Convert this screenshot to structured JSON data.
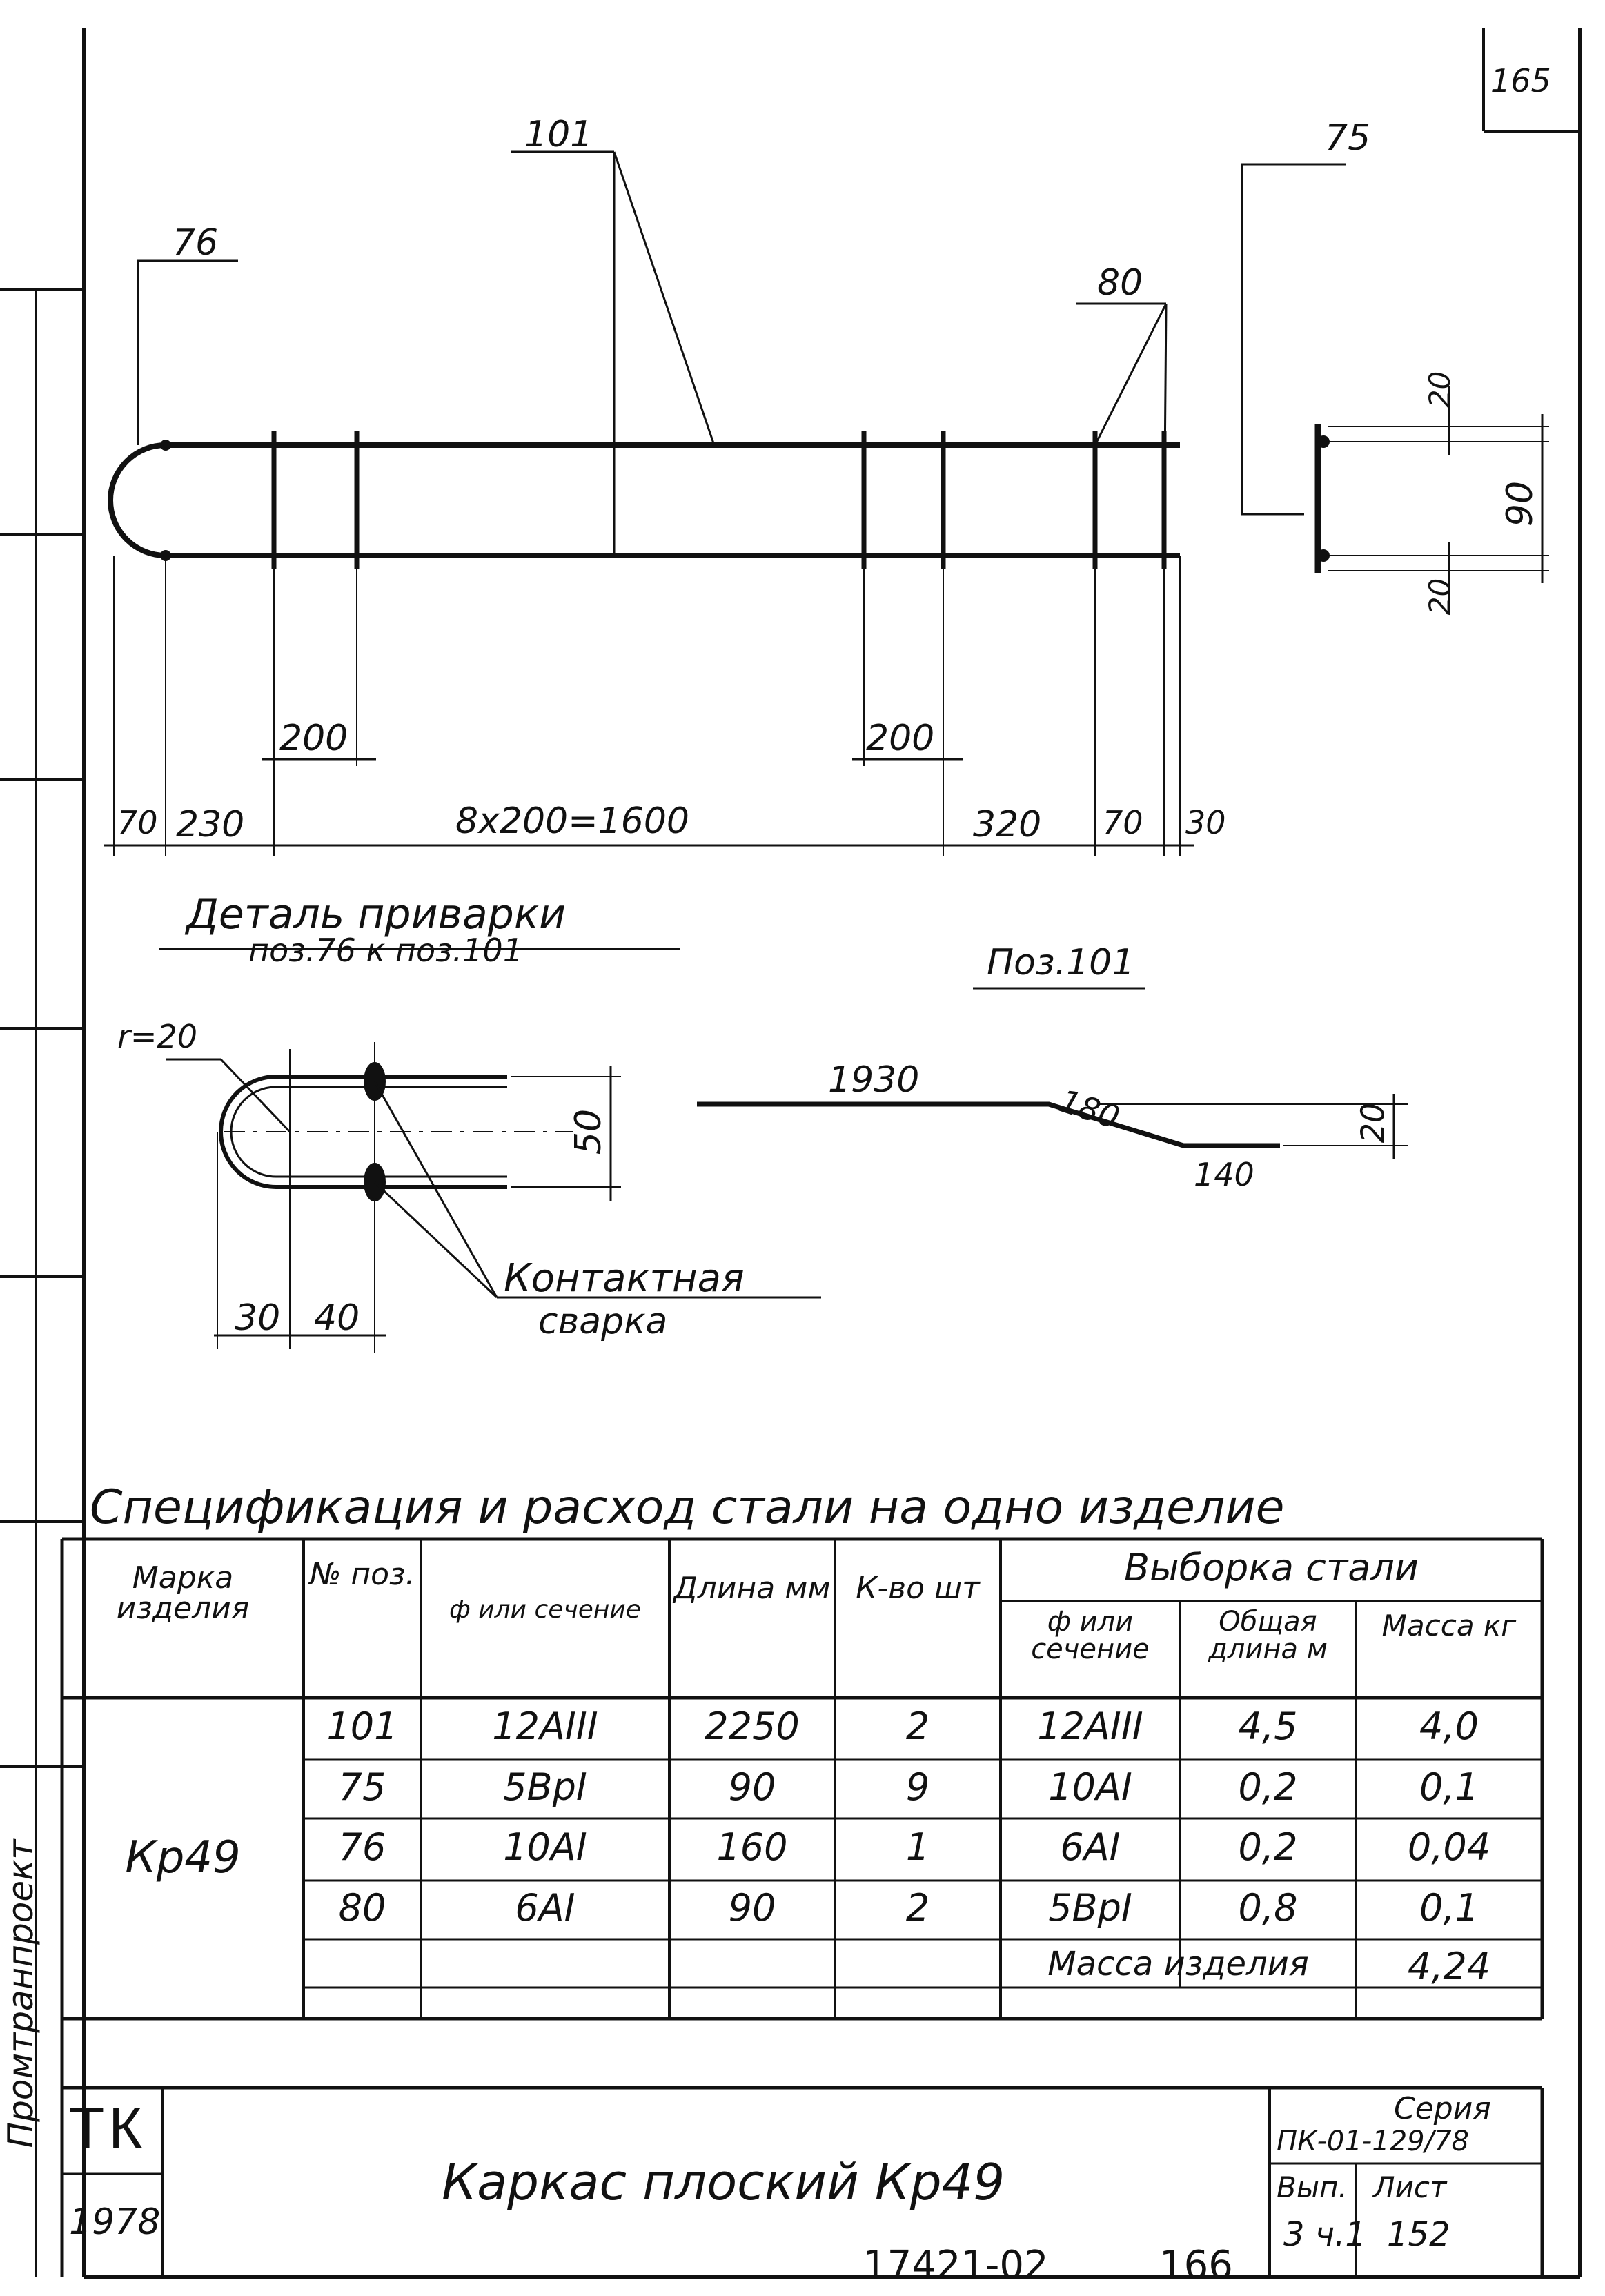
{
  "sheet_number": "165",
  "drawing": {
    "callouts": {
      "pos101": "101",
      "pos75": "75",
      "pos76": "76",
      "pos80": "80"
    },
    "dims_top": {
      "d200_left": "200",
      "d200_right": "200"
    },
    "dims_bottom": {
      "d70": "70",
      "d230": "230",
      "d1600": "8x200=1600",
      "d320": "320",
      "d70b": "70",
      "d30": "30"
    },
    "dims_side": {
      "d20_top": "20",
      "d90": "90",
      "d20_bottom": "20"
    }
  },
  "detail_weld": {
    "title": "Деталь приварки",
    "subtitle": "поз.76 к поз.101",
    "radius": "r=20",
    "d50": "50",
    "d30": "30",
    "d40": "40",
    "weld_label_line1": "Контактная",
    "weld_label_line2": "сварка"
  },
  "detail_pos101": {
    "title": "Поз.101",
    "d1930": "1930",
    "d180": "180",
    "d140": "140",
    "d20": "20"
  },
  "spec": {
    "title": "Спецификация и расход стали на одно изделие",
    "headers": {
      "mark": "Марка изделия",
      "pos": "№ поз.",
      "section": "ф или сечение",
      "length": "Длина мм",
      "qty": "К-во шт",
      "selection": "Выборка стали",
      "sel_section": "ф или сечение",
      "sel_total_length": "Общая длина м",
      "sel_mass": "Масса кг"
    },
    "mark": "Кр49",
    "rows": [
      {
        "pos": "101",
        "section": "12АIII",
        "length": "2250",
        "qty": "2",
        "sel_section": "12АIII",
        "sel_length": "4,5",
        "sel_mass": "4,0"
      },
      {
        "pos": "75",
        "section": "5BpI",
        "length": "90",
        "qty": "9",
        "sel_section": "10АI",
        "sel_length": "0,2",
        "sel_mass": "0,1"
      },
      {
        "pos": "76",
        "section": "10АI",
        "length": "160",
        "qty": "1",
        "sel_section": "6АI",
        "sel_length": "0,2",
        "sel_mass": "0,04"
      },
      {
        "pos": "80",
        "section": "6АI",
        "length": "90",
        "qty": "2",
        "sel_section": "5BpI",
        "sel_length": "0,8",
        "sel_mass": "0,1"
      }
    ],
    "total_label": "Масса изделия",
    "total_value": "4,24"
  },
  "title_block": {
    "org": "ТК",
    "year": "1978",
    "name": "Каркас плоский Кр49",
    "series_label": "Серия",
    "series_value": "ПК-01-129/78",
    "issue_label": "Вып.",
    "issue_value": "3 ч.1",
    "sheet_label": "Лист",
    "sheet_value": "152"
  },
  "footer": {
    "code": "17421-02",
    "page": "166"
  },
  "margin_stamp": "Промтранпроект"
}
